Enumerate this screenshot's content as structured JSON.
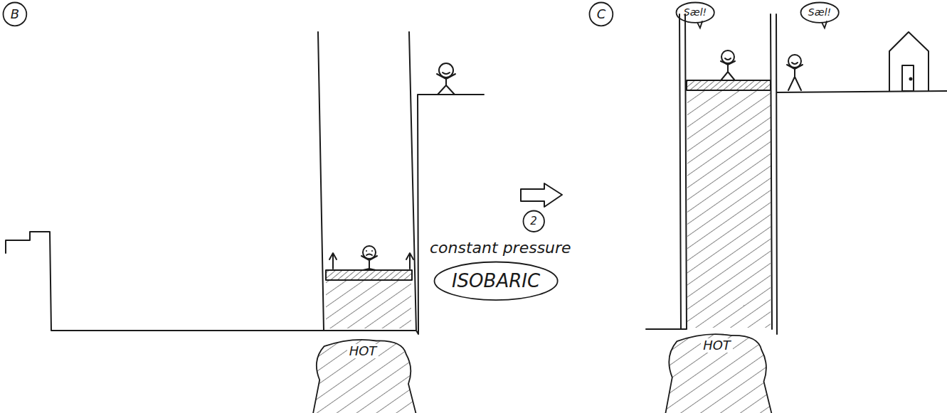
{
  "diagram": {
    "nodes": [
      {
        "text": [
          "B"
        ]
      },
      {
        "text": [
          "C"
        ]
      },
      {
        "text": [
          "Sæl!"
        ]
      },
      {
        "text": [
          "Sæl!"
        ]
      },
      {
        "text": [
          "2"
        ]
      },
      {
        "text": [
          "ISOBARIC"
        ]
      },
      {
        "text": [
          "HOT"
        ]
      },
      {
        "text": [
          "HOT"
        ]
      }
    ],
    "labels": [
      "constant pressure"
    ]
  }
}
